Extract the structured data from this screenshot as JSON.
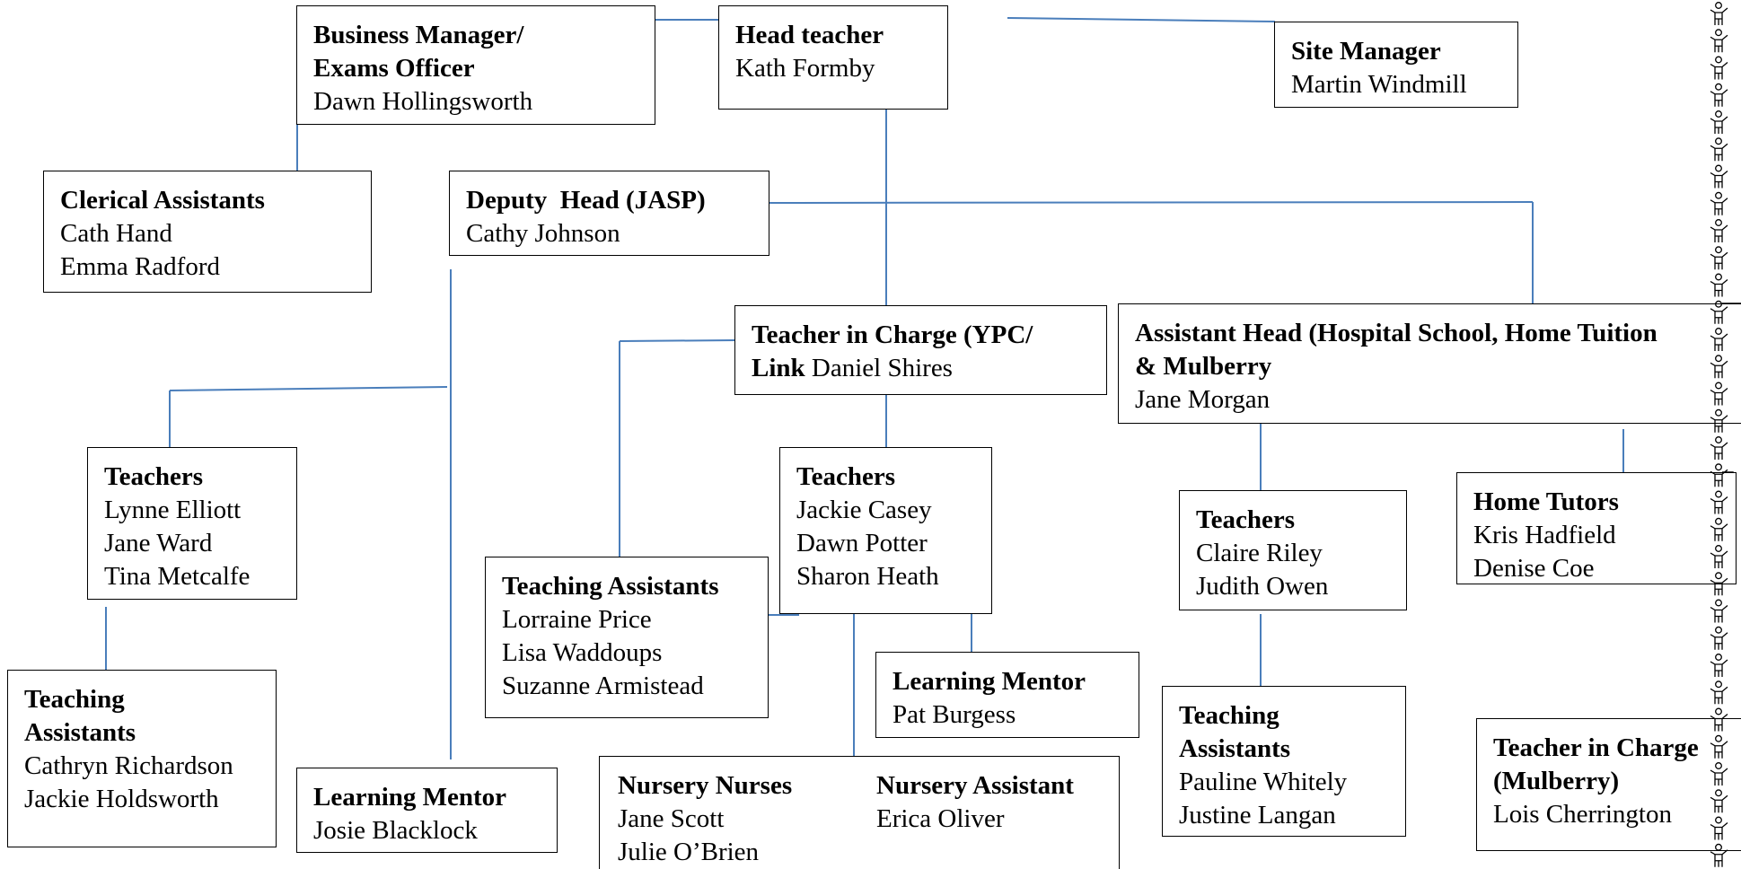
{
  "colors": {
    "connector": "#4a7ebb",
    "border": "#000000",
    "background": "#ffffff"
  },
  "boxes": {
    "business_manager": {
      "title": [
        "Business Manager/",
        "Exams Officer"
      ],
      "names": [
        "Dawn Hollingsworth"
      ]
    },
    "head_teacher": {
      "title": [
        "Head teacher"
      ],
      "names": [
        "Kath Formby"
      ]
    },
    "site_manager": {
      "title": [
        "Site Manager"
      ],
      "names": [
        "Martin Windmill"
      ]
    },
    "clerical_assistants": {
      "title": [
        "Clerical Assistants"
      ],
      "names": [
        "Cath Hand",
        "Emma Radford"
      ]
    },
    "deputy_head": {
      "title": [
        "Deputy  Head (JASP)"
      ],
      "names": [
        "Cathy Johnson"
      ]
    },
    "teacher_in_charge_ypc": {
      "title_a": "Teacher in Charge (YPC/",
      "title_b": "Link",
      "name_inline": " Daniel Shires"
    },
    "assistant_head": {
      "title": [
        "Assistant Head (Hospital School, Home Tuition",
        "& Mulberry"
      ],
      "names": [
        "Jane Morgan"
      ]
    },
    "teachers_jasp": {
      "title": [
        "Teachers"
      ],
      "names": [
        "Lynne Elliott",
        "Jane Ward",
        "Tina Metcalfe"
      ]
    },
    "teachers_ypc": {
      "title": [
        "Teachers"
      ],
      "names": [
        "Jackie Casey",
        "Dawn Potter",
        "Sharon Heath"
      ]
    },
    "home_tutors": {
      "title": [
        "Home Tutors"
      ],
      "names": [
        "Kris Hadfield",
        "Denise Coe"
      ]
    },
    "teachers_hospital": {
      "title": [
        "Teachers"
      ],
      "names": [
        "Claire Riley",
        "Judith Owen"
      ]
    },
    "teaching_assistants_ypc": {
      "title": [
        "Teaching Assistants"
      ],
      "names": [
        "Lorraine Price",
        "Lisa Waddoups",
        "Suzanne Armistead"
      ]
    },
    "teaching_assistants_jasp": {
      "title": [
        "Teaching",
        "Assistants"
      ],
      "names": [
        "Cathryn Richardson",
        "Jackie Holdsworth"
      ]
    },
    "learning_mentor_ypc": {
      "title": [
        "Learning Mentor"
      ],
      "names": [
        "Pat Burgess"
      ]
    },
    "teaching_assistants_hospital": {
      "title": [
        "Teaching",
        "Assistants"
      ],
      "names": [
        "Pauline Whitely",
        "Justine Langan"
      ]
    },
    "teacher_in_charge_mulberry": {
      "title": [
        "Teacher in Charge",
        "(Mulberry)"
      ],
      "names": [
        "Lois Cherrington"
      ]
    },
    "learning_mentor_jasp": {
      "title": [
        "Learning Mentor"
      ],
      "names": [
        "Josie Blacklock"
      ]
    },
    "nursery_nurses": {
      "title": [
        "Nursery Nurses"
      ],
      "names": [
        "Jane Scott",
        "Julie O’Brien"
      ]
    },
    "nursery_assistant": {
      "title": [
        "Nursery Assistant"
      ],
      "names": [
        "Erica Oliver"
      ]
    }
  },
  "decor": {
    "figure_icon": "person-figure-icon",
    "figure_count": 32
  }
}
